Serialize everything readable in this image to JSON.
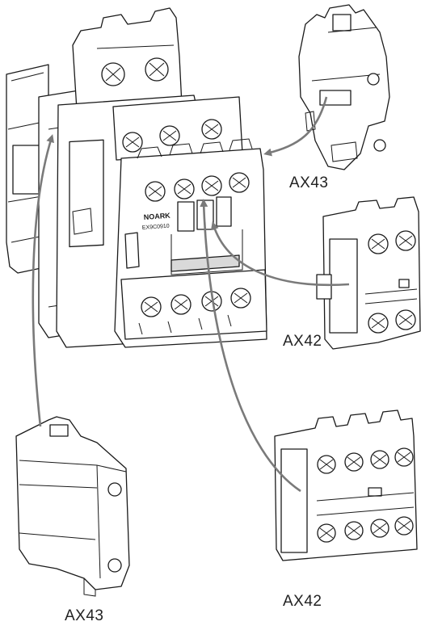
{
  "labels": {
    "top_right": "AX43",
    "mid_right": "AX42",
    "low_right": "AX42",
    "bottom_left": "AX43"
  },
  "brand_text": "NOARK",
  "model_text": "EX9C0910",
  "colors": {
    "outline": "#1a1a1a",
    "arrow": "#7a7a7a",
    "background": "#ffffff"
  }
}
